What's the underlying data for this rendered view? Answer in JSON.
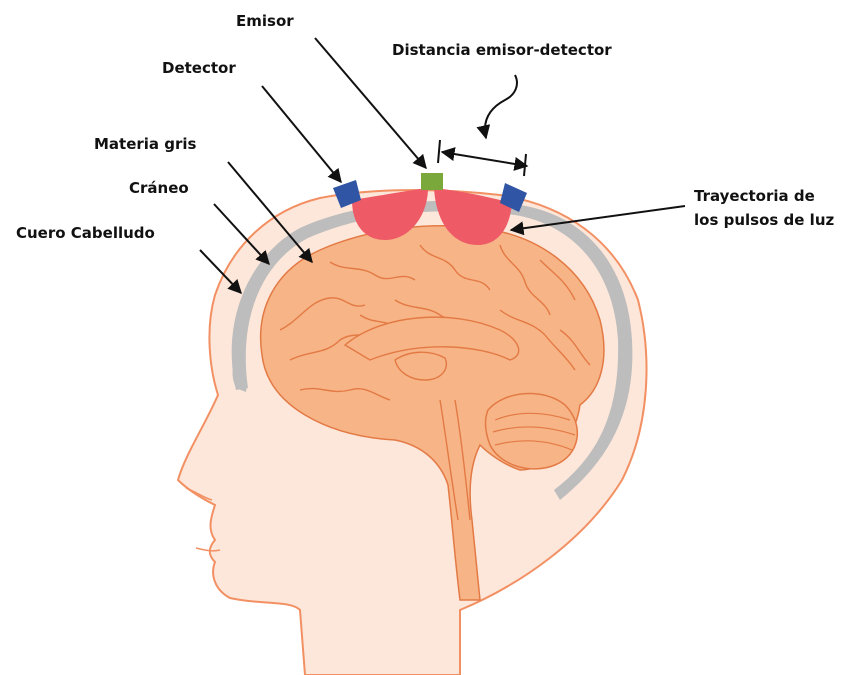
{
  "labels": {
    "emisor": "Emisor",
    "distancia": "Distancia emisor-detector",
    "detector": "Detector",
    "materia_gris": "Materia gris",
    "craneo": "Cráneo",
    "cuero": "Cuero Cabelludo",
    "trayectoria_1": "Trayectoria de",
    "trayectoria_2": "los pulsos de luz"
  },
  "colors": {
    "skin_fill": "#fde7da",
    "skin_outline": "#f29063",
    "skull": "#bdbdbd",
    "brain_fill": "#f7b486",
    "brain_line": "#e37a45",
    "emitter": "#7aa83a",
    "detector": "#2f55a4",
    "light_path": "#ee5a66",
    "arrow": "#111111"
  },
  "icons": {
    "emitter": "green-square",
    "detector": "blue-trapezoid",
    "light_path": "red-crescent"
  }
}
